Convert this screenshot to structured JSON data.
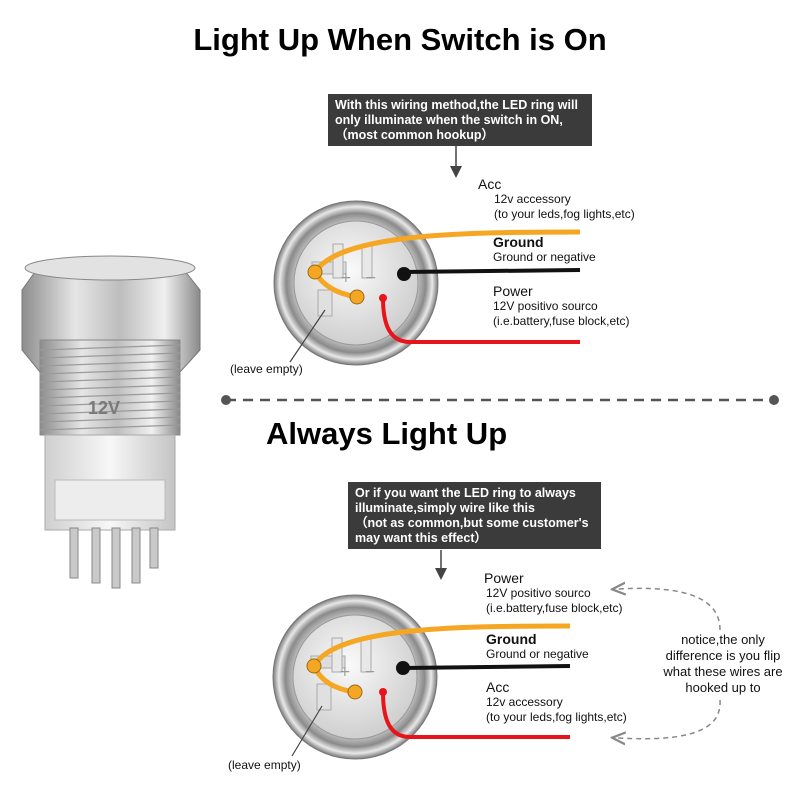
{
  "top": {
    "title": "Light Up When Switch is On",
    "callout": [
      "With this wiring method,the LED ring will",
      "only illuminate when the switch in ON,",
      "（most common hookup）"
    ],
    "acc_label": "Acc",
    "acc_desc": [
      "12v accessory",
      "(to your leds,fog lights,etc)"
    ],
    "ground_label": "Ground",
    "ground_desc": [
      "Ground or negative"
    ],
    "power_label": "Power",
    "power_desc": [
      "12V positivo sourco",
      "(i.e.battery,fuse block,etc)"
    ],
    "empty_label": "(leave empty)"
  },
  "bottom": {
    "title": "Always Light Up",
    "callout": [
      "Or if you want the LED ring to always",
      "illuminate,simply wire like this",
      "（not as common,but some customer's",
      "may want this effect）"
    ],
    "power_label": "Power",
    "power_desc": [
      "12V positivo sourco",
      "(i.e.battery,fuse block,etc)"
    ],
    "ground_label": "Ground",
    "ground_desc": [
      "Ground or negative"
    ],
    "acc_label": "Acc",
    "acc_desc": [
      "12v accessory",
      "(to your leds,fog lights,etc)"
    ],
    "empty_label": "(leave empty)",
    "note": [
      "notice,the only",
      "difference is you flip",
      "what these wires are",
      "hooked up to"
    ]
  },
  "switch_marking": "12V",
  "colors": {
    "acc_wire": "#f5a623",
    "ground_wire": "#111111",
    "power_wire": "#e8141b",
    "callout_bg": "#3b3b3b",
    "divider": "#555555"
  }
}
